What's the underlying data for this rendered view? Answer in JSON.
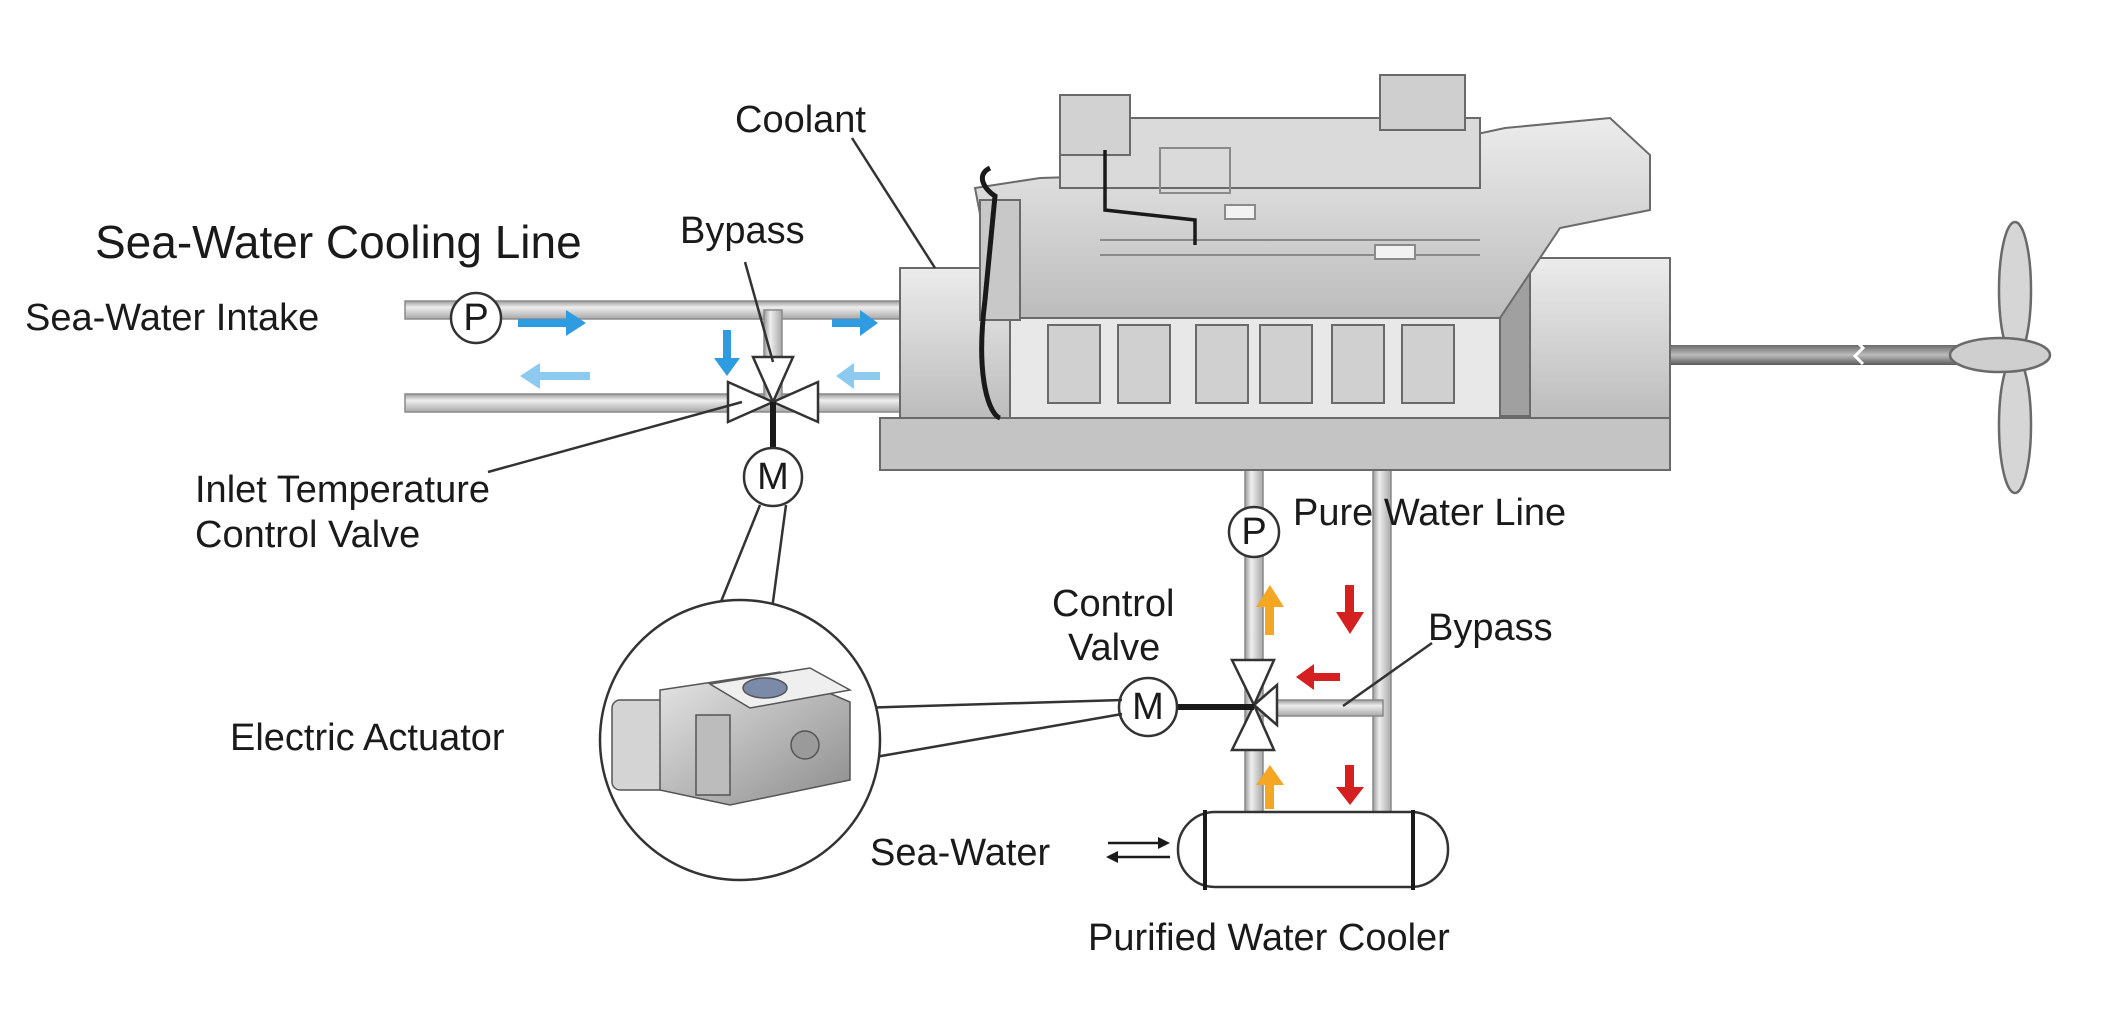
{
  "labels": {
    "title": "Sea-Water Cooling Line",
    "sea_water_intake": "Sea-Water Intake",
    "coolant": "Coolant",
    "bypass_top": "Bypass",
    "inlet_valve_line1": "Inlet Temperature",
    "inlet_valve_line2": "Control Valve",
    "pure_water_line": "Pure Water Line",
    "control_valve_line1": "Control",
    "control_valve_line2": "Valve",
    "bypass_bottom": "Bypass",
    "electric_actuator": "Electric Actuator",
    "sea_water": "Sea-Water",
    "purified_water_cooler": "Purified Water Cooler"
  },
  "symbols": {
    "pump": "P",
    "motor": "M"
  },
  "colors": {
    "sea_water_flow": "#2f9be0",
    "sea_water_return": "#8ec9f0",
    "pure_water_supply": "#f5a623",
    "pure_water_return": "#d42020",
    "pipe": "#c8c8c8",
    "engine": "#dcdcdc"
  },
  "icons": [
    "pump-symbol",
    "motor-symbol",
    "three-way-valve",
    "flow-arrow",
    "propeller",
    "engine",
    "heat-exchanger",
    "electric-actuator"
  ]
}
